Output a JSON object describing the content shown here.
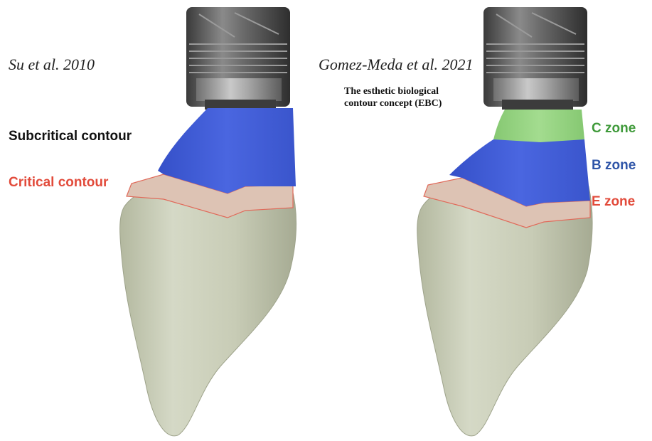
{
  "colors": {
    "subcritical": "#3f5bd8",
    "critical": "#ddc3b4",
    "critical_line": "#e06a5a",
    "c_zone": "#8fd17a",
    "b_zone": "#3f5bd8",
    "e_zone": "#ddc3b4",
    "crown": "#c9cdb9",
    "abutment": "#5a5a5a",
    "label_dark": "#111111",
    "label_red": "#e24b3b",
    "label_green": "#3f9a3a",
    "label_blue": "#2f55a8"
  },
  "left_panel": {
    "citation": "Su et al. 2010",
    "labels": {
      "subcritical": "Subcritical contour",
      "critical": "Critical contour"
    }
  },
  "right_panel": {
    "citation": "Gomez-Meda et al. 2021",
    "subtitle": "The esthetic biological\ncontour concept (EBC)",
    "labels": {
      "c_zone": "C zone",
      "b_zone": "B zone",
      "e_zone": "E zone"
    }
  },
  "icons": {
    "left_model": "implant-crown-illustration",
    "right_model": "implant-crown-illustration"
  }
}
